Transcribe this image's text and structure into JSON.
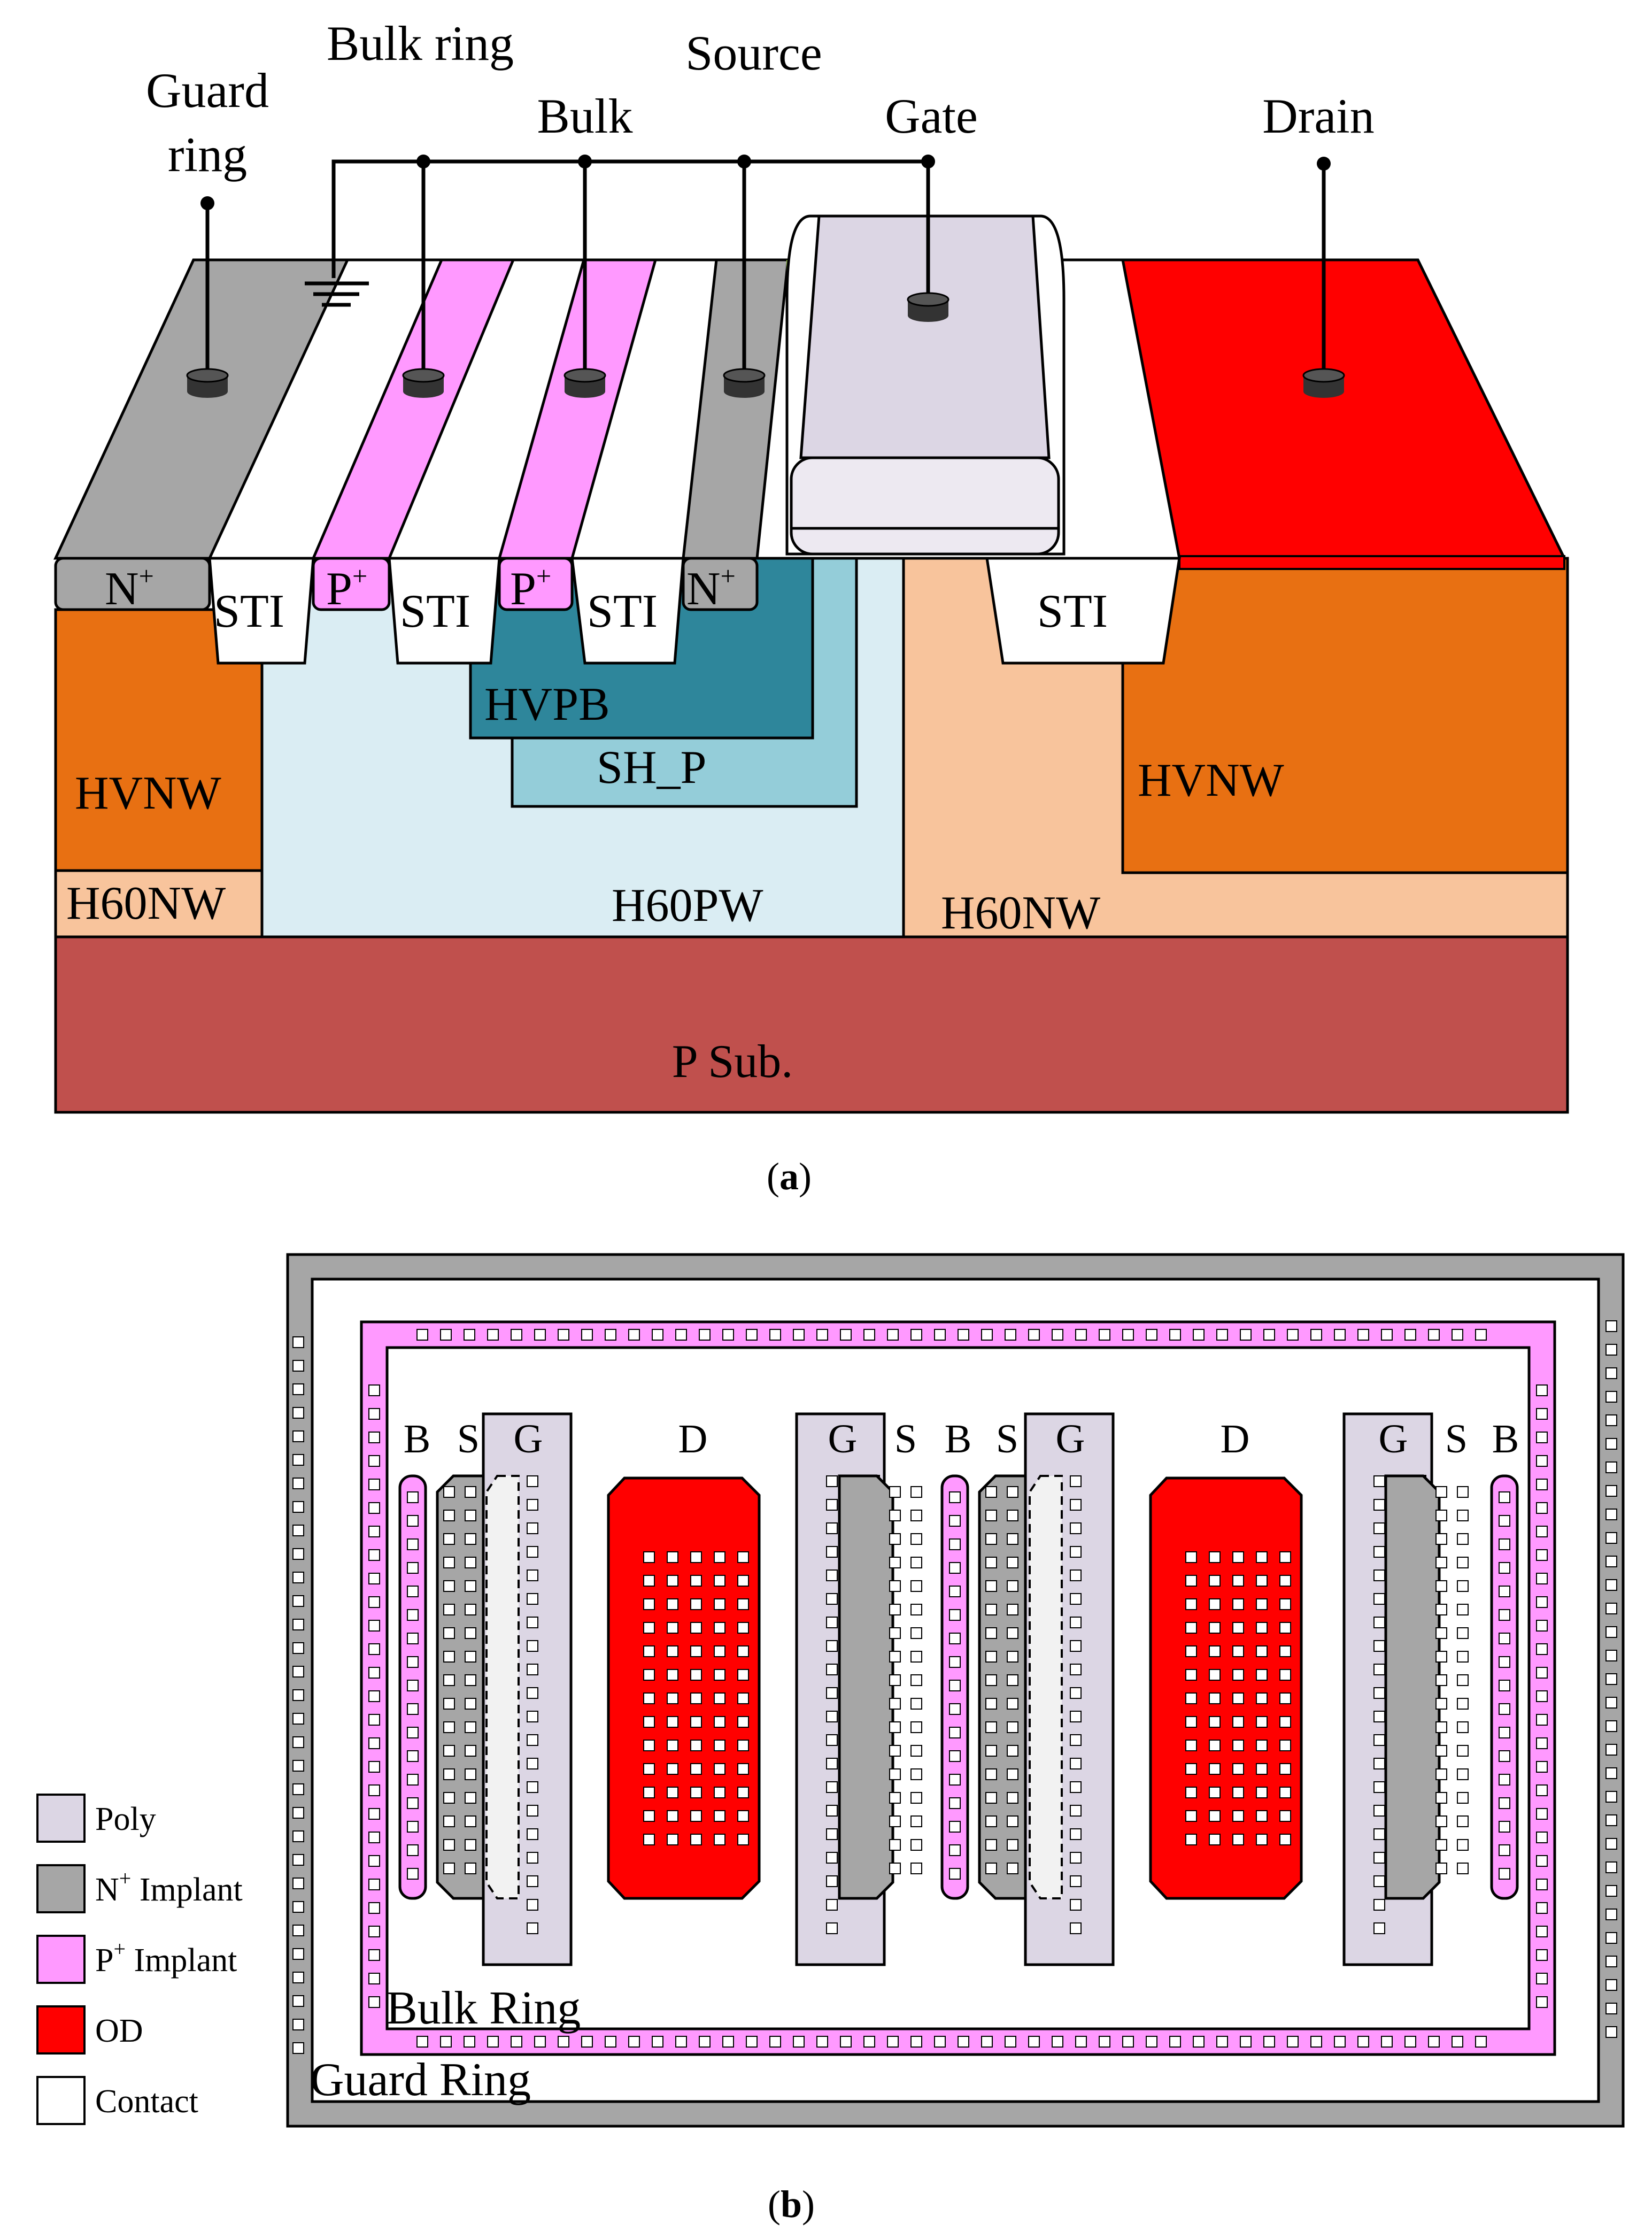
{
  "figure_a": {
    "terminals": {
      "guard_ring_line1": "Guard",
      "guard_ring_line2": "ring",
      "bulk_ring": "Bulk ring",
      "source": "Source",
      "bulk": "Bulk",
      "gate": "Gate",
      "drain": "Drain"
    },
    "regions": {
      "n_plus": "N",
      "p_plus": "P",
      "plus": "+",
      "sti": "STI",
      "hvpb": "HVPB",
      "sh_p": "SH_P",
      "hvnw": "HVNW",
      "h60nw": "H60NW",
      "h60pw": "H60PW",
      "p_sub": "P Sub."
    },
    "caption_letter": "a"
  },
  "figure_b": {
    "column_labels": [
      "B",
      "S",
      "G",
      "D",
      "G",
      "S",
      "B",
      "S",
      "G",
      "D",
      "G",
      "S",
      "B"
    ],
    "bulk_ring": "Bulk Ring",
    "guard_ring": "Guard Ring",
    "legend": [
      {
        "label": "Poly",
        "color": "#dcd6e4"
      },
      {
        "label": "N",
        "sup": "+",
        "rest": " Implant",
        "color": "#a6a6a6"
      },
      {
        "label": "P",
        "sup": "+",
        "rest": " Implant",
        "color": "#ff99ff"
      },
      {
        "label": "OD",
        "color": "#ff0000"
      },
      {
        "label": "Contact",
        "color": "#ffffff"
      }
    ],
    "caption_letter": "b"
  },
  "colors": {
    "n_plus": "#a6a6a6",
    "p_plus": "#ff99ff",
    "hvnw": "#e87012",
    "h60nw": "#f8c49c",
    "h60pw": "#daedf3",
    "hvpb": "#2e869b",
    "sh_p": "#94cdd9",
    "p_sub": "#c0504d",
    "drain": "#ff0000",
    "poly": "#dcd6e4"
  }
}
